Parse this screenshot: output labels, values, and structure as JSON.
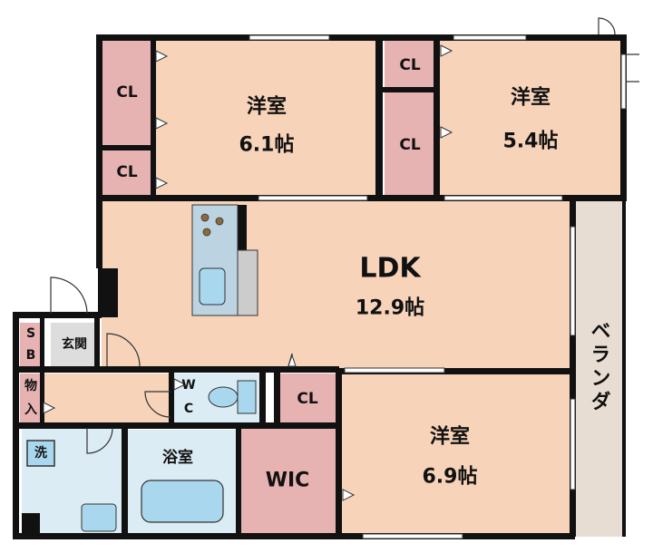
{
  "colors": {
    "room": "#f6d3b9",
    "closet": "#e7b2b2",
    "wet": "#dcecf4",
    "fixture": "#a9d8ee",
    "balcony": "#e8ddd3",
    "wall": "#111111",
    "kitchen": "#bcd4e2"
  },
  "rooms": {
    "western_nw": {
      "name": "洋室",
      "size": "6.1帖"
    },
    "western_ne": {
      "name": "洋室",
      "size": "5.4帖"
    },
    "ldk": {
      "name": "LDK",
      "size": "12.9帖"
    },
    "western_se": {
      "name": "洋室",
      "size": "6.9帖"
    },
    "balcony": "ベランダ",
    "wic": "WIC",
    "bathroom": "浴室",
    "wc_w": "W",
    "wc_c": "C",
    "washroom": "洗",
    "entrance": "玄関",
    "sb_s": "S",
    "sb_b": "B",
    "storage_1": "物",
    "storage_2": "入",
    "closet": "CL"
  },
  "icons": {
    "stove": "stove-icon",
    "sink": "sink-icon",
    "toilet": "toilet-icon",
    "bathtub": "bathtub-icon",
    "washbasin": "washbasin-icon"
  }
}
